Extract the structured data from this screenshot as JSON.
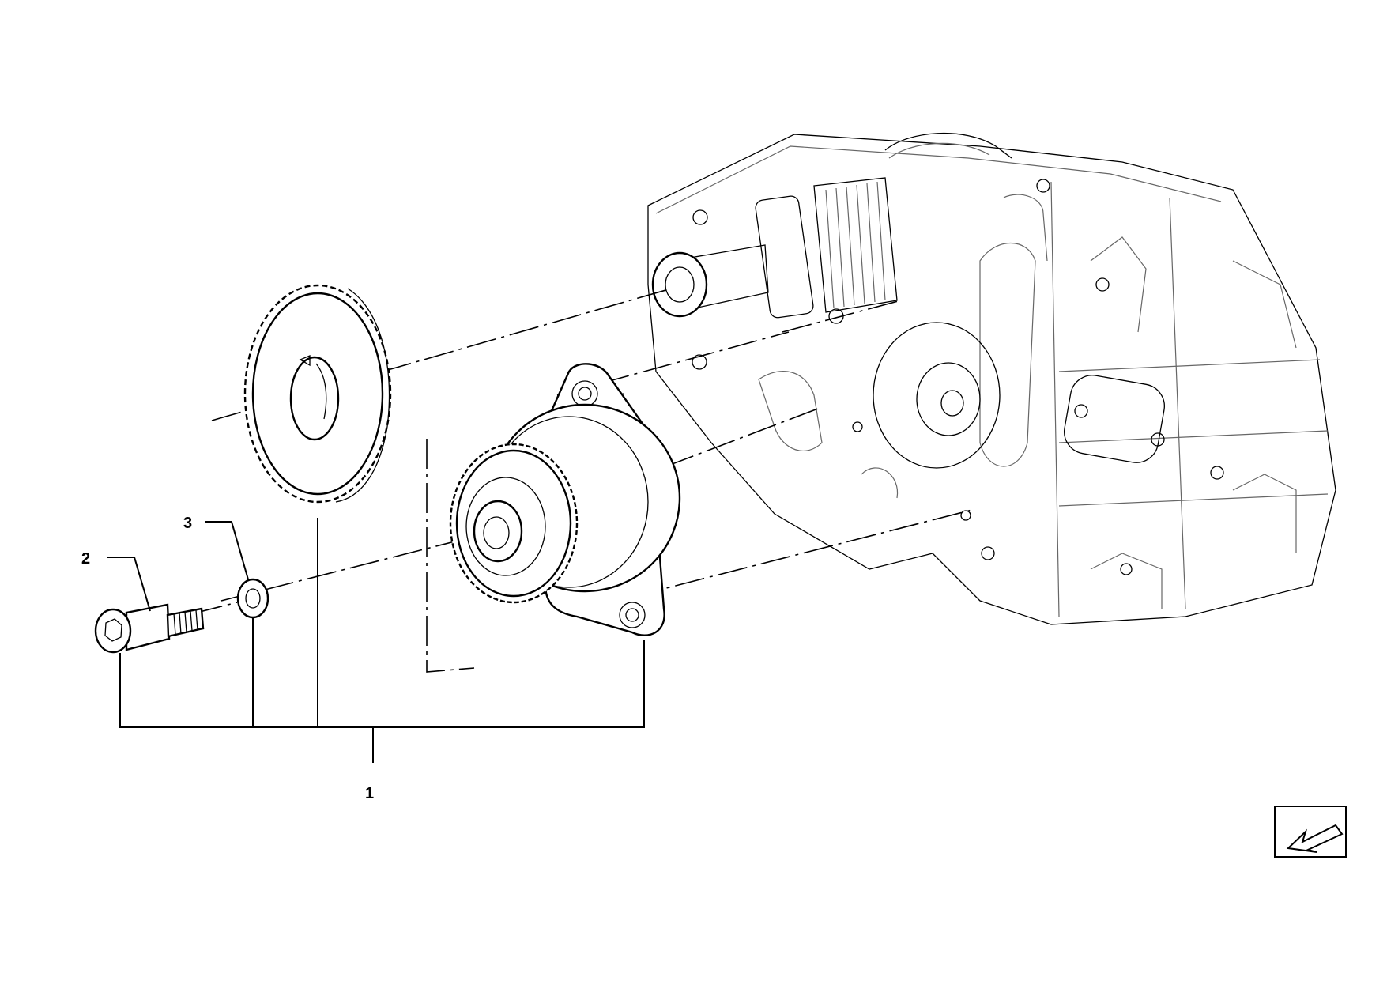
{
  "callouts": {
    "assembly": "1",
    "bolt": "2",
    "washer": "3"
  },
  "icons": {
    "view_direction": "arrow-down-left-icon"
  },
  "colors": {
    "line": "#000000",
    "background": "#ffffff"
  }
}
